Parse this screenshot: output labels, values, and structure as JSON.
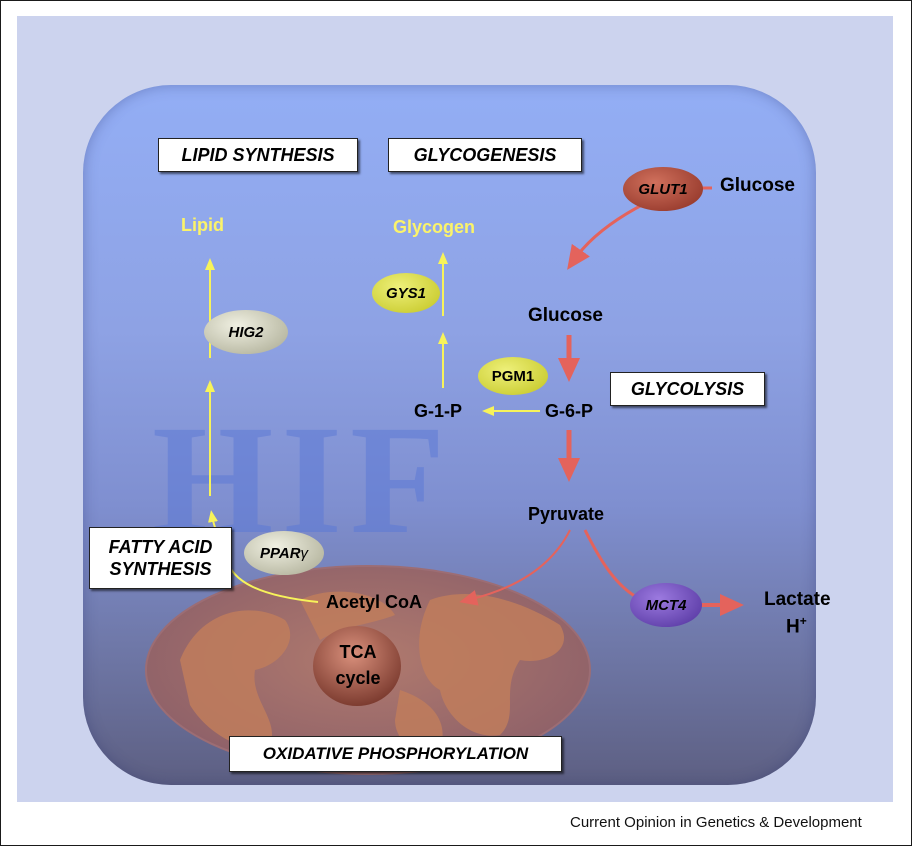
{
  "watermark": "HIF",
  "boxes": {
    "lipid_synthesis": "LIPID SYNTHESIS",
    "glycogenesis": "GLYCOGENESIS",
    "glycolysis": "GLYCOLYSIS",
    "fatty_acid_line1": "FATTY ACID",
    "fatty_acid_line2": "SYNTHESIS",
    "oxidative": "OXIDATIVE PHOSPHORYLATION"
  },
  "metabolites": {
    "glucose_out": "Glucose",
    "glucose_in": "Glucose",
    "g6p": "G-6-P",
    "g1p": "G-1-P",
    "pyruvate": "Pyruvate",
    "acetyl_coa": "Acetyl CoA",
    "lactate": "Lactate",
    "h_plus": "H",
    "h_plus_sup": "+",
    "lipid": "Lipid",
    "glycogen": "Glycogen",
    "tca_line1": "TCA",
    "tca_line2": "cycle"
  },
  "enzymes": {
    "glut1": "GLUT1",
    "gys1": "GYS1",
    "pgm1": "PGM1",
    "hig2": "HIG2",
    "ppar": "PPAR",
    "ppar_greek": "γ",
    "mct4": "MCT4"
  },
  "colors": {
    "yellow_arrow": "#f7f35a",
    "red_arrow": "#e4635c",
    "background": "#ccd3ee"
  },
  "credit": "Current Opinion in Genetics & Development"
}
